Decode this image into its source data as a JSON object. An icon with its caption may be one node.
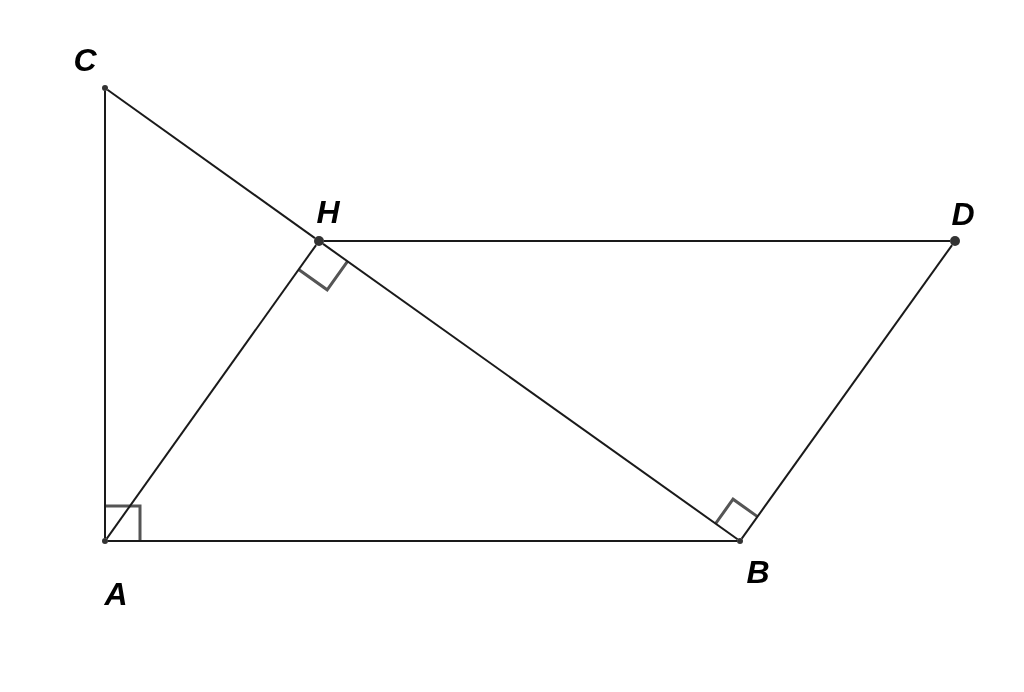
{
  "diagram": {
    "nodes": [
      {
        "text": [],
        "shape": "circle",
        "beside": [
          "C"
        ]
      },
      {
        "text": [],
        "shape": "circle",
        "beside": [
          "H"
        ]
      },
      {
        "text": [],
        "shape": "circle",
        "beside": [
          "D"
        ]
      },
      {
        "text": [],
        "shape": "circle",
        "beside": [
          "A"
        ]
      },
      {
        "text": [],
        "shape": "circle",
        "beside": [
          "B"
        ]
      }
    ],
    "edges": [
      {
        "from": 0,
        "to": 3,
        "arrow": "none"
      },
      {
        "from": 0,
        "to": 1,
        "arrow": "none"
      },
      {
        "from": 1,
        "to": 2,
        "arrow": "none"
      },
      {
        "from": 3,
        "to": 1,
        "arrow": "none"
      },
      {
        "from": 1,
        "to": 4,
        "arrow": "none"
      },
      {
        "from": 3,
        "to": 4,
        "arrow": "none"
      },
      {
        "from": 4,
        "to": 2,
        "arrow": "none"
      }
    ]
  }
}
